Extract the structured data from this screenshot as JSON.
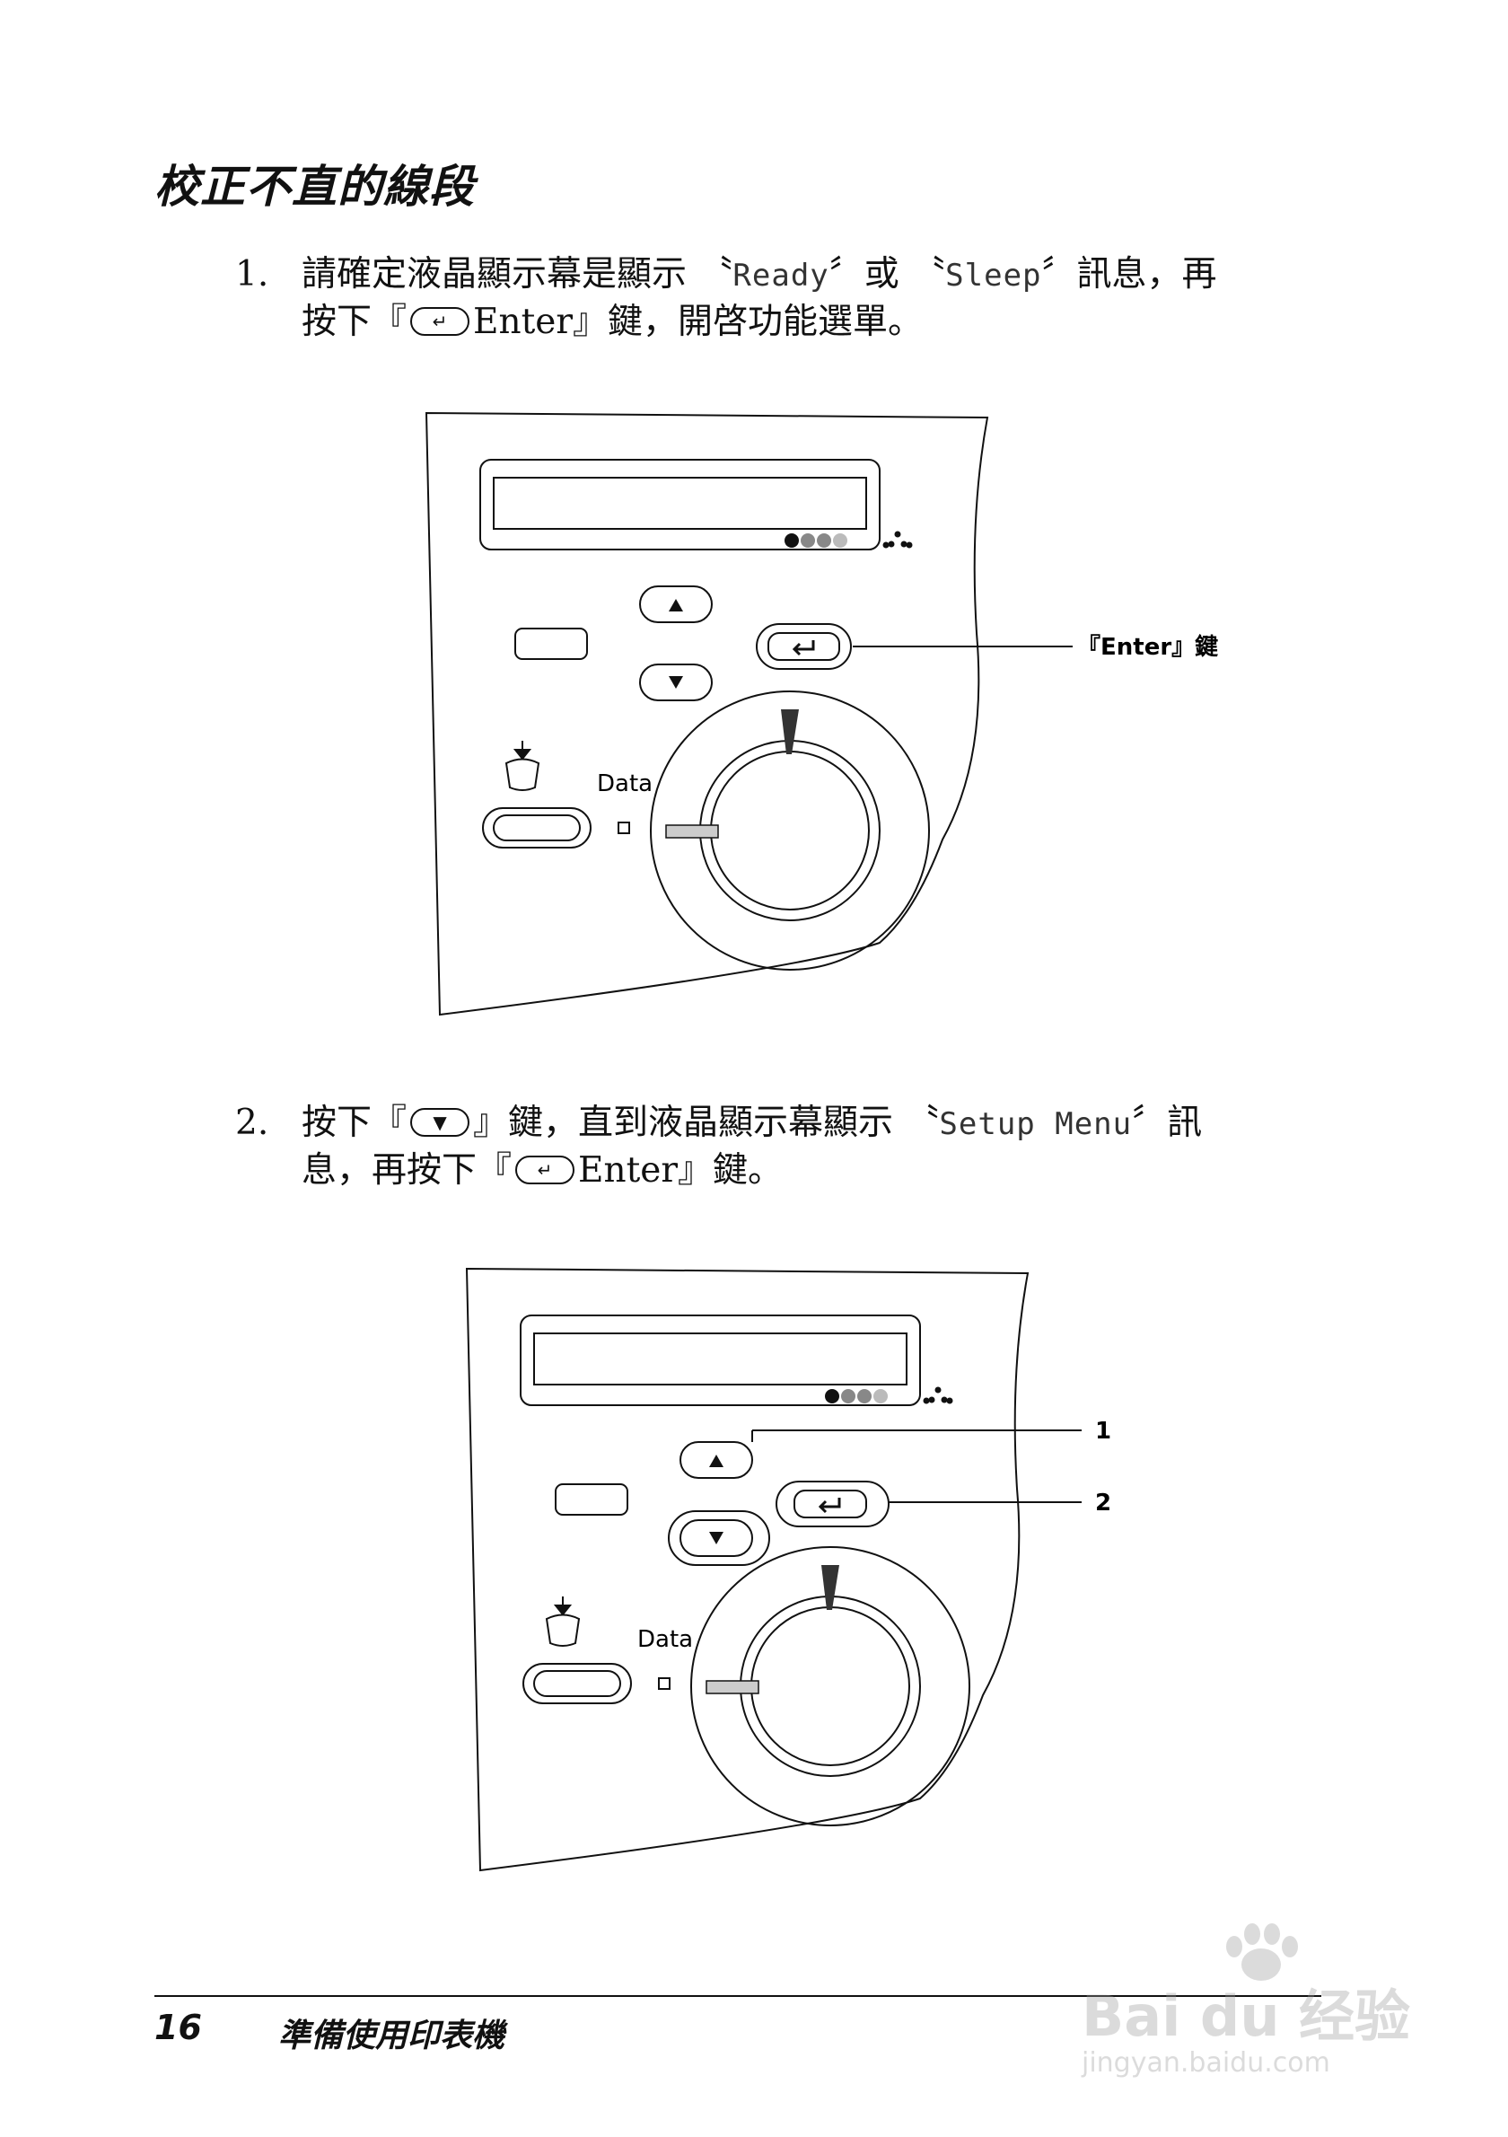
{
  "heading": "校正不直的線段",
  "steps": [
    {
      "num": "1.",
      "line1_prefix": "請確定液晶顯示幕是顯示 〝",
      "lcd1": "Ready",
      "line1_mid": "〞或 〝",
      "lcd2": "Sleep",
      "line1_suffix": "〞訊息，再",
      "line2_prefix": "按下『",
      "key_label": "Enter",
      "line2_suffix": "』鍵，開啓功能選單。"
    },
    {
      "num": "2.",
      "line1_prefix": "按下『",
      "line1_mid": "』鍵，直到液晶顯示幕顯示 〝",
      "lcd1": "Setup Menu",
      "line1_suffix": "〞訊",
      "line2_prefix": "息，再按下『",
      "key_label": "Enter",
      "line2_suffix": "』鍵。"
    }
  ],
  "figure1": {
    "callout": "『Enter』鍵",
    "data_label": "Data"
  },
  "figure2": {
    "callout_1": "1",
    "callout_2": "2",
    "data_label": "Data"
  },
  "icons": {
    "enter_key": "enter-arrow-icon",
    "down_key": "down-triangle-icon",
    "up_key": "up-triangle-icon",
    "toner": "toner-dots-icon",
    "cancel": "bin-arrow-icon"
  },
  "footer": {
    "page_number": "16",
    "chapter": "準備使用印表機"
  },
  "watermark": {
    "brand": "Bai du 经验",
    "url": "jingyan.baidu.com"
  }
}
